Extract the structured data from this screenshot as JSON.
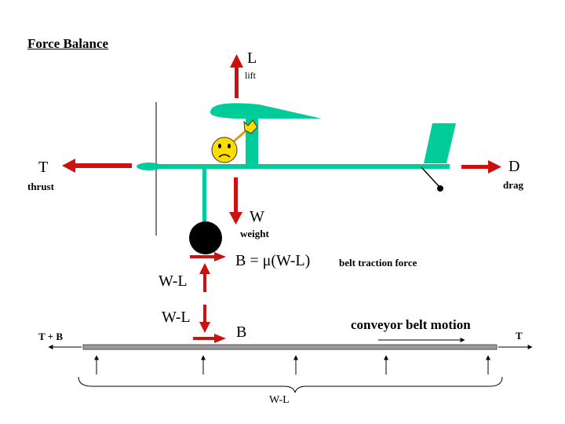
{
  "title": "Force Balance",
  "forces": {
    "lift": {
      "symbol": "L",
      "name": "lift"
    },
    "thrust": {
      "symbol": "T",
      "name": "thrust"
    },
    "drag": {
      "symbol": "D",
      "name": "drag"
    },
    "weight": {
      "symbol": "W",
      "name": "weight"
    }
  },
  "belt_equation": "B = μ(W-L)",
  "belt_traction_label": "belt traction force",
  "upper_wl": "W-L",
  "lower_wl": "W-L",
  "belt_force_b": "B",
  "conveyor_label": "conveyor belt motion",
  "belt_left_label": "T + B",
  "belt_right_label": "T",
  "support_total": "W-L",
  "colors": {
    "airplane": "#00cc99",
    "arrow": "#cc1111",
    "belt": "#999999",
    "smiley": "#ffdd00"
  }
}
